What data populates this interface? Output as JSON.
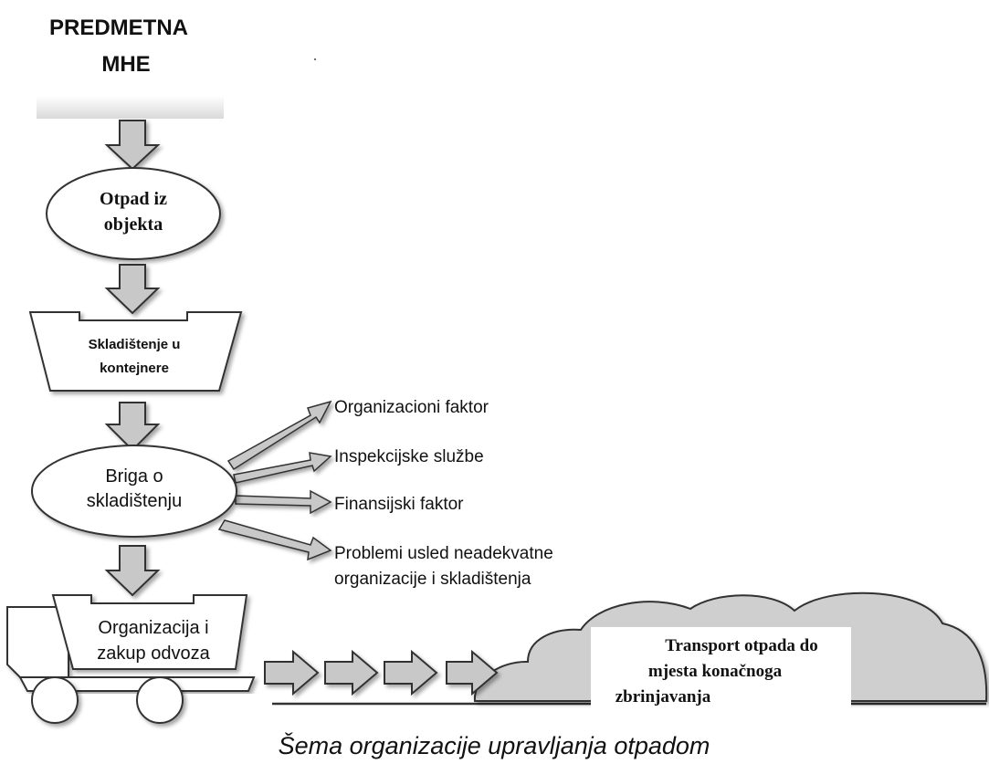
{
  "header": {
    "line1": "PREDMETNA",
    "line2": "MHE"
  },
  "nodes": {
    "otpad": {
      "line1": "Otpad iz",
      "line2": "objekta"
    },
    "skladistenje": {
      "line1": "Skladištenje u",
      "line2": "kontejnere"
    },
    "briga": {
      "line1": "Briga o",
      "line2": "skladištenju"
    },
    "organizacija": {
      "line1": "Organizacija i",
      "line2": "zakup odvoza"
    },
    "transport": {
      "line1": "Transport otpada do",
      "line2": "mjesta konačnoga",
      "line3": "zbrinjavanja"
    }
  },
  "factors": {
    "f1": "Organizacioni faktor",
    "f2": "Inspekcijske službe",
    "f3": "Finansijski faktor",
    "f4_line1": "Problemi usled neadekvatne",
    "f4_line2": "organizacije i skladištenja"
  },
  "caption": "Šema organizacije upravljanja otpadom",
  "colors": {
    "arrow_fill": "#c8c8c8",
    "cloud_fill": "#cfcfcf",
    "stroke": "#333333",
    "text": "#111111"
  }
}
